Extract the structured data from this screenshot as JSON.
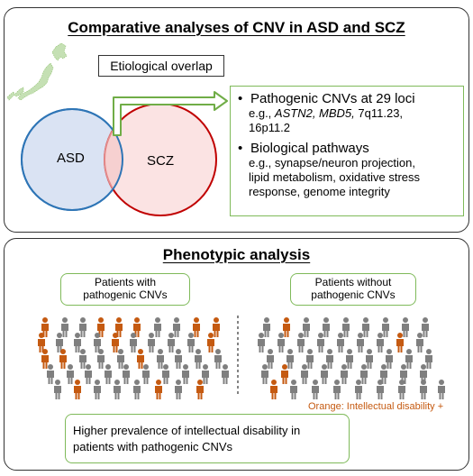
{
  "colors": {
    "asd_circle": "#2e75b6",
    "asd_fill": "#dae3f3",
    "scz_circle": "#c00000",
    "scz_fill": "#fbe3e3",
    "green_accent": "#70ad47",
    "person_gray": "#7f7f7f",
    "person_orange": "#c55a11",
    "map_green": "#a9d18e"
  },
  "top_panel": {
    "title": "Comparative analyses of CNV in ASD and SCZ",
    "overlap_label": "Etiological overlap",
    "venn": {
      "left": "ASD",
      "right": "SCZ"
    },
    "findings": {
      "item1_heading": "Pathogenic CNVs at 29 loci",
      "item1_eg": "e.g., ",
      "item1_genes": "ASTN2, MBD5,",
      "item1_rest": " 7q11.23,",
      "item1_line2": "16p11.2",
      "item2_heading": "Biological pathways",
      "item2_line1": "e.g., synapse/neuron projection,",
      "item2_line2": "lipid metabolism, oxidative stress",
      "item2_line3": "response,  genome integrity"
    }
  },
  "bottom_panel": {
    "title": "Phenotypic analysis",
    "group_with": {
      "line1": "Patients with",
      "line2": "pathogenic CNVs"
    },
    "group_without": {
      "line1": "Patients without",
      "line2": "pathogenic CNVs"
    },
    "legend": "Orange: Intellectual disability +",
    "conclusion_line1": "Higher prevalence of intellectual disability in",
    "conclusion_line2": "patients with pathogenic CNVs",
    "people_with": [
      {
        "c": "o"
      },
      {
        "c": "g"
      },
      {
        "c": "g"
      },
      {
        "c": "o"
      },
      {
        "c": "o"
      },
      {
        "c": "o"
      },
      {
        "c": "g"
      },
      {
        "c": "g"
      },
      {
        "c": "o"
      },
      {
        "c": "o"
      },
      {
        "c": "o"
      },
      {
        "c": "g"
      },
      {
        "c": "g"
      },
      {
        "c": "g"
      },
      {
        "c": "o"
      },
      {
        "c": "g"
      },
      {
        "c": "g"
      },
      {
        "c": "g"
      },
      {
        "c": "g"
      },
      {
        "c": "o"
      },
      {
        "c": "o"
      },
      {
        "c": "o"
      },
      {
        "c": "g"
      },
      {
        "c": "g"
      },
      {
        "c": "g"
      },
      {
        "c": "o"
      },
      {
        "c": "g"
      },
      {
        "c": "g"
      },
      {
        "c": "g"
      },
      {
        "c": "g"
      },
      {
        "c": "g"
      },
      {
        "c": "g"
      },
      {
        "c": "g"
      },
      {
        "c": "g"
      },
      {
        "c": "g"
      },
      {
        "c": "g"
      },
      {
        "c": "g"
      },
      {
        "c": "g"
      },
      {
        "c": "g"
      },
      {
        "c": "g"
      },
      {
        "c": "g"
      },
      {
        "c": "o"
      },
      {
        "c": "g"
      },
      {
        "c": "g"
      },
      {
        "c": "g"
      },
      {
        "c": "o"
      },
      {
        "c": "g"
      },
      {
        "c": "o"
      }
    ],
    "people_without": [
      {
        "c": "g"
      },
      {
        "c": "o"
      },
      {
        "c": "g"
      },
      {
        "c": "g"
      },
      {
        "c": "g"
      },
      {
        "c": "g"
      },
      {
        "c": "g"
      },
      {
        "c": "g"
      },
      {
        "c": "g"
      },
      {
        "c": "g"
      },
      {
        "c": "g"
      },
      {
        "c": "g"
      },
      {
        "c": "g"
      },
      {
        "c": "g"
      },
      {
        "c": "g"
      },
      {
        "c": "g"
      },
      {
        "c": "o"
      },
      {
        "c": "g"
      },
      {
        "c": "g"
      },
      {
        "c": "g"
      },
      {
        "c": "g"
      },
      {
        "c": "g"
      },
      {
        "c": "g"
      },
      {
        "c": "g"
      },
      {
        "c": "g"
      },
      {
        "c": "g"
      },
      {
        "c": "g"
      },
      {
        "c": "g"
      },
      {
        "c": "o"
      },
      {
        "c": "g"
      },
      {
        "c": "g"
      },
      {
        "c": "g"
      },
      {
        "c": "g"
      },
      {
        "c": "g"
      },
      {
        "c": "g"
      },
      {
        "c": "g"
      },
      {
        "c": "o"
      },
      {
        "c": "g"
      },
      {
        "c": "g"
      },
      {
        "c": "g"
      },
      {
        "c": "g"
      },
      {
        "c": "g"
      },
      {
        "c": "g"
      },
      {
        "c": "g"
      },
      {
        "c": "g"
      }
    ]
  }
}
